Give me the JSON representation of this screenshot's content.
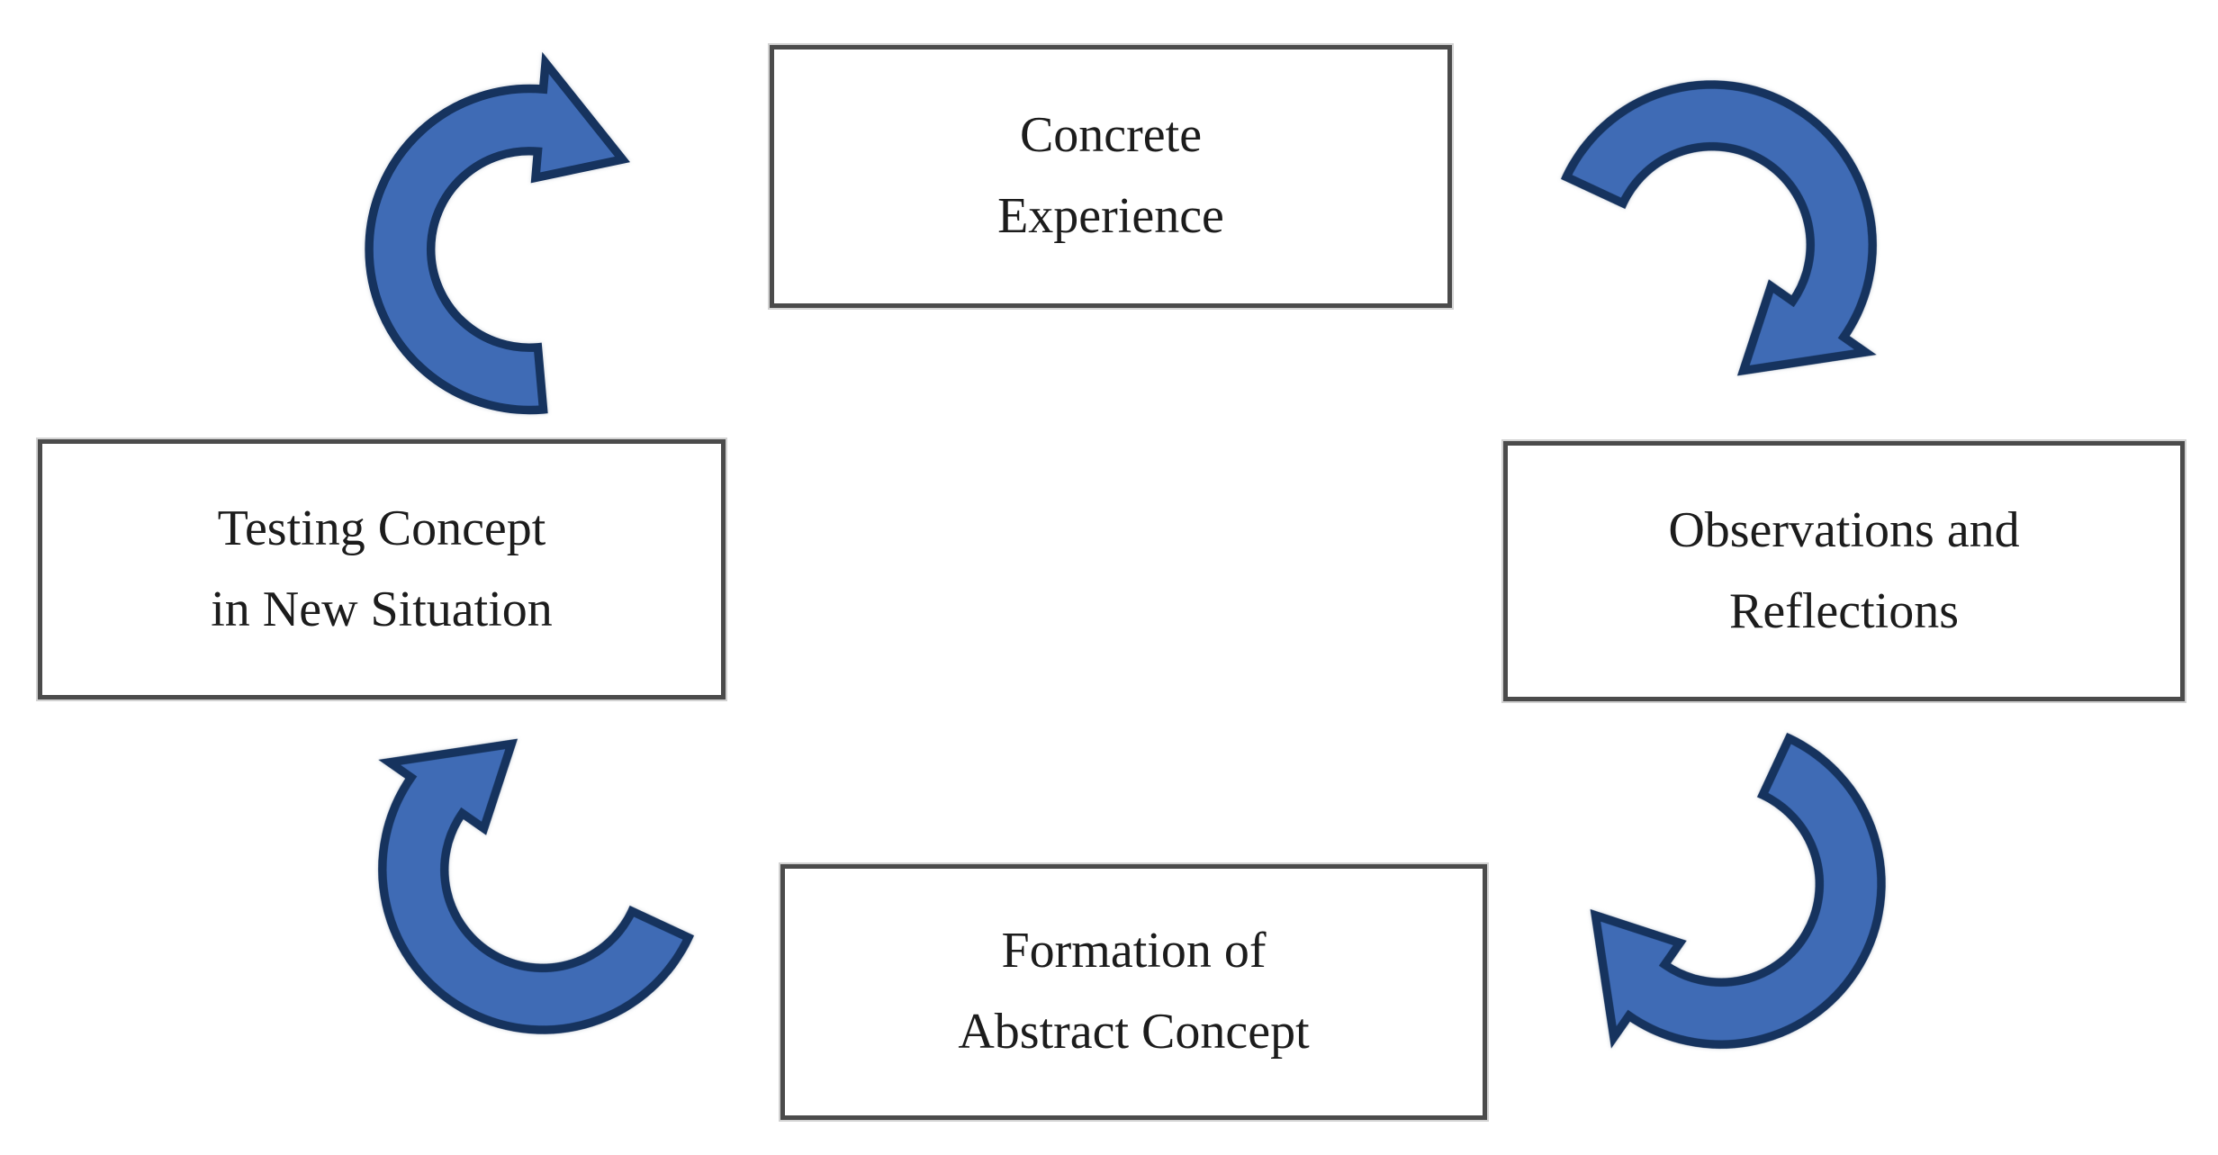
{
  "diagram": {
    "nodes": [
      {
        "id": "concrete-experience",
        "label": "Concrete\nExperience"
      },
      {
        "id": "observations-and-reflections",
        "label": "Observations and\nReflections"
      },
      {
        "id": "formation-of-abstract-concept",
        "label": "Formation of\nAbstract Concept"
      },
      {
        "id": "testing-concept-in-new-situation",
        "label": "Testing Concept\nin New Situation"
      }
    ],
    "arrows": [
      {
        "name": "arrow-testing-to-concrete",
        "from": "Testing Concept in New Situation",
        "to": "Concrete Experience"
      },
      {
        "name": "arrow-concrete-to-observations",
        "from": "Concrete Experience",
        "to": "Observations and Reflections"
      },
      {
        "name": "arrow-observations-to-formation",
        "from": "Observations and Reflections",
        "to": "Formation of Abstract Concept"
      },
      {
        "name": "arrow-formation-to-testing",
        "from": "Formation of Abstract Concept",
        "to": "Testing Concept in New Situation"
      }
    ]
  },
  "colors": {
    "arrow_fill": "#3f6bb5",
    "arrow_stroke": "#16335e",
    "box_border": "#4b4b4b",
    "box_background": "#ffffff",
    "text": "#1c1c1c",
    "page_background": "#ffffff"
  }
}
